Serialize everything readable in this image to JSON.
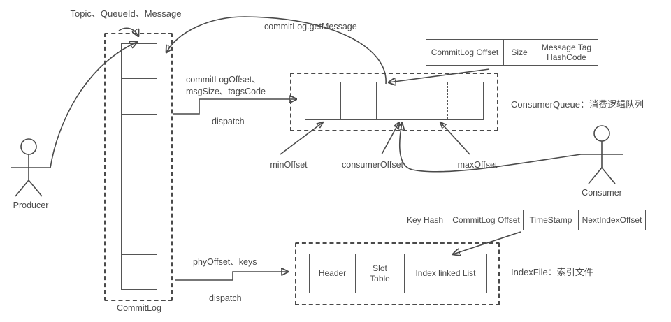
{
  "diagram": {
    "title_hidden": "RocketMQ storage structure diagram",
    "actors": {
      "producer": "Producer",
      "consumer": "Consumer"
    },
    "edge_labels": {
      "produce": "Topic、QueueId、Message",
      "get_message": "commitLog.getMessage",
      "dispatch_cq_payload_line1": "commitLogOffset、",
      "dispatch_cq_payload_line2": "msgSize、tagsCode",
      "dispatch_cq_action": "dispatch",
      "dispatch_idx_payload": "phyOffset、keys",
      "dispatch_idx_action": "dispatch"
    },
    "commitlog": {
      "label": "CommitLog",
      "cell_count": 7,
      "cells": [
        "",
        "",
        "",
        "",
        "",
        "",
        ""
      ]
    },
    "consumer_queue": {
      "label": "ConsumerQueue：消费逻辑队列",
      "cell_count": 5,
      "cells": [
        "",
        "",
        "",
        "",
        ""
      ],
      "offset_markers": [
        "minOffset",
        "consumerOffset",
        "maxOffset"
      ],
      "entry_record": {
        "fields": [
          "CommitLog Offset",
          "Size",
          "Message Tag\nHashCode"
        ]
      }
    },
    "index_file": {
      "label": "IndexFile：索引文件",
      "sections": [
        "Header",
        "Slot\nTable",
        "Index linked List"
      ],
      "entry_record": {
        "fields": [
          "Key Hash",
          "CommitLog Offset",
          "TimeStamp",
          "NextIndexOffset"
        ]
      }
    },
    "colors": {
      "stroke": "#4a4a4a",
      "box_stroke": "#555555",
      "text": "#4a4a4a",
      "background": "#ffffff"
    }
  }
}
